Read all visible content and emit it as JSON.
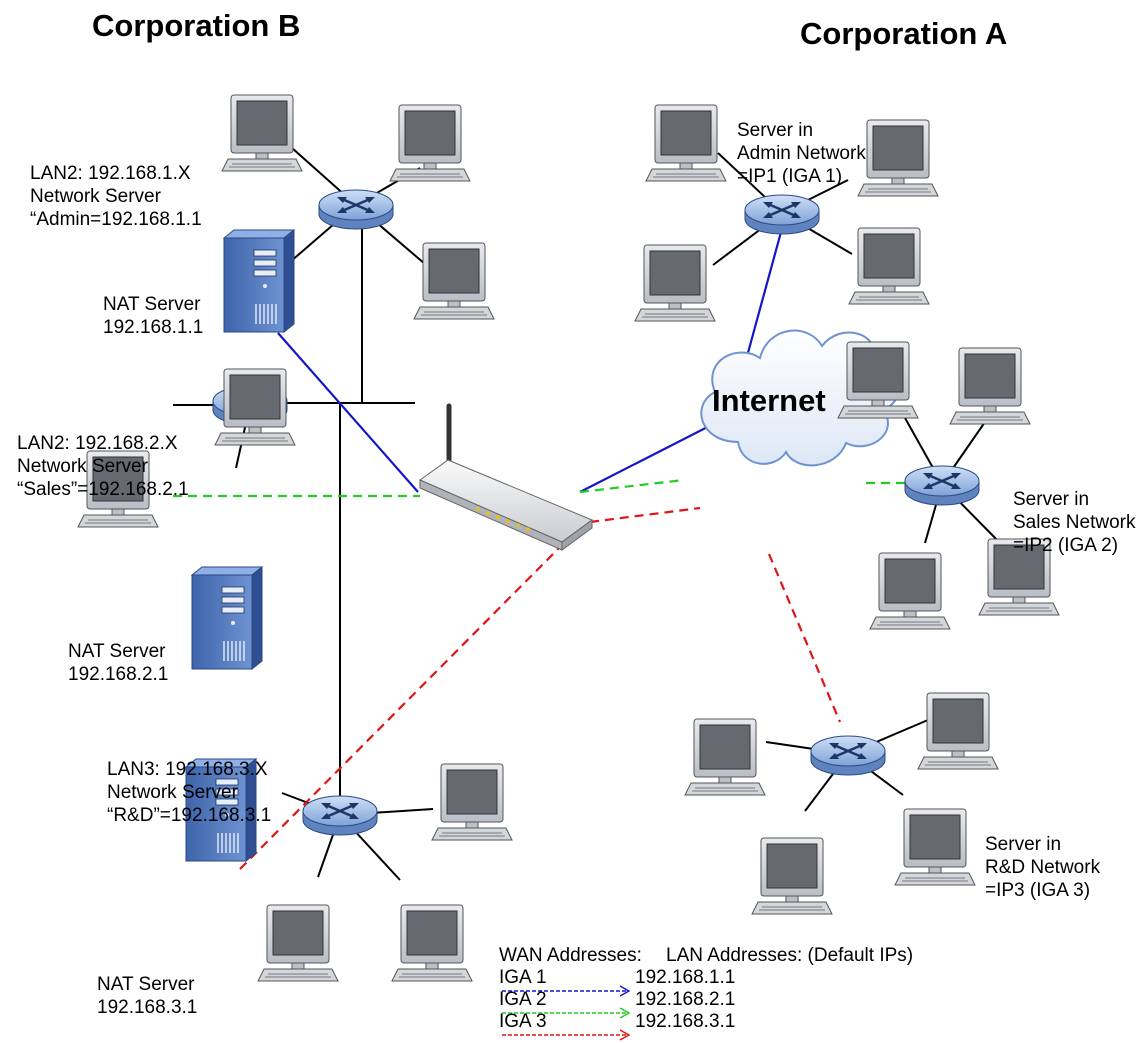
{
  "titles": {
    "corp_b": "Corporation B",
    "corp_a": "Corporation A"
  },
  "labels": {
    "lan2_admin": [
      "LAN2: 192.168.1.X",
      "Network Server",
      "“Admin=192.168.1.1"
    ],
    "nat1": [
      "NAT Server",
      "192.168.1.1"
    ],
    "lan2_sales": [
      "LAN2: 192.168.2.X",
      "Network Server",
      "“Sales”=192.168.2.1"
    ],
    "nat2": [
      "NAT Server",
      "192.168.2.1"
    ],
    "lan3_rd": [
      "LAN3: 192.168.3.X",
      "Network Server",
      "“R&D”=192.168.3.1"
    ],
    "nat3": [
      "NAT Server",
      "192.168.3.1"
    ],
    "srv_admin": [
      "Server in",
      "Admin Network",
      "=IP1 (IGA 1)"
    ],
    "srv_sales": [
      "Server in",
      "Sales Network",
      "=IP2 (IGA 2)"
    ],
    "srv_rd": [
      "Server in",
      "R&D Network",
      "=IP3 (IGA 3)"
    ],
    "internet": "Internet"
  },
  "legend": {
    "wan_header": "WAN Addresses:",
    "lan_header": "LAN Addresses: (Default IPs)",
    "rows": [
      {
        "wan": "IGA 1",
        "lan": "192.168.1.1",
        "color": "#1515c8"
      },
      {
        "wan": "IGA 2",
        "lan": "192.168.2.1",
        "color": "#22cc22"
      },
      {
        "wan": "IGA 3",
        "lan": "192.168.3.1",
        "color": "#e01414"
      }
    ]
  },
  "colors": {
    "iga1": "#1515c8",
    "iga2": "#22cc22",
    "iga3": "#e01414",
    "device": "#4a6fb5",
    "screen": "#666a70"
  }
}
